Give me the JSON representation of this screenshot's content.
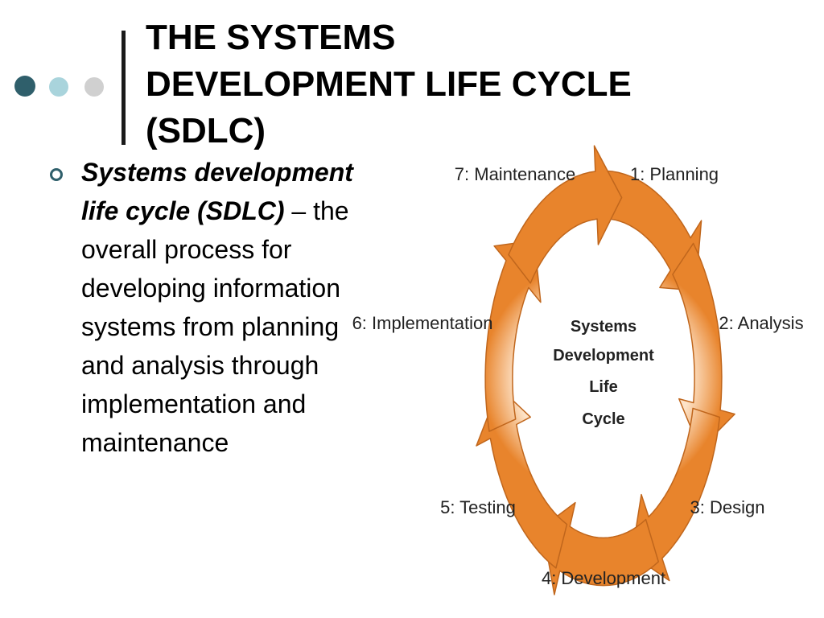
{
  "slide": {
    "title_lines": [
      "THE SYSTEMS",
      "DEVELOPMENT LIFE CYCLE",
      "(SDLC)"
    ],
    "bullet": {
      "term": "Systems development life cycle (SDLC)",
      "definition": " – the overall process for developing information systems from planning and analysis through implementation and maintenance"
    }
  },
  "diagram": {
    "center_lines": [
      "Systems",
      "Development",
      "Life",
      "Cycle"
    ],
    "stages": [
      "1: Planning",
      "2: Analysis",
      "3: Design",
      "4: Development",
      "5: Testing",
      "6: Implementation",
      "7: Maintenance"
    ],
    "colors": {
      "arrow_dark": "#e8842c",
      "arrow_light": "#fde3c8",
      "outline": "#c0661c"
    }
  }
}
